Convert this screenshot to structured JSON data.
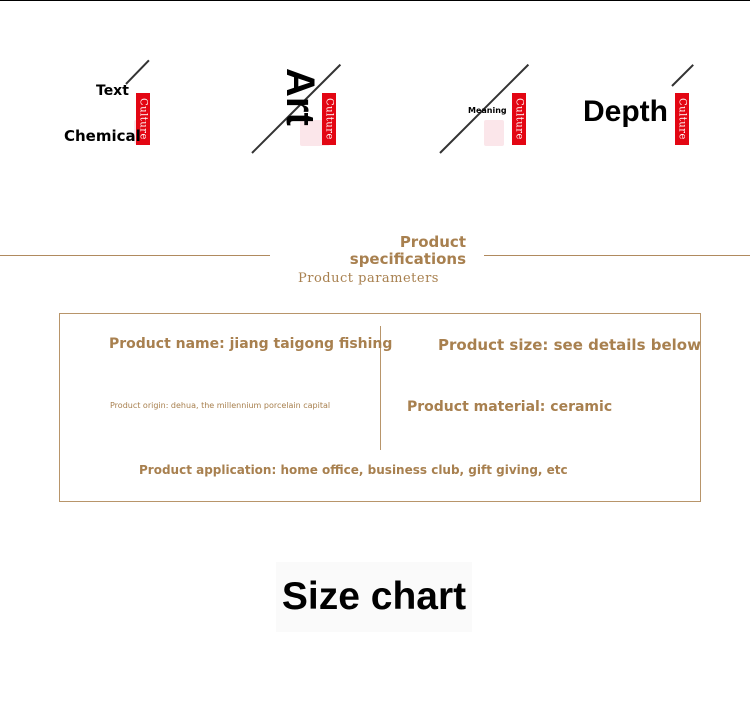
{
  "badges": [
    {
      "tag": "Culture",
      "words": [
        "Text",
        "Chemical"
      ]
    },
    {
      "tag": "Culture",
      "word": "Art"
    },
    {
      "tag": "Culture",
      "word": "Meaning"
    },
    {
      "tag": "Culture",
      "word": "Depth"
    }
  ],
  "specs": {
    "title": "Product specifications",
    "subtitle": "Product parameters",
    "name": "Product name: jiang taigong fishing",
    "size": "Product size: see details below",
    "origin": "Product origin: dehua, the millennium porcelain capital",
    "material": "Product material: ceramic",
    "application": "Product application: home office, business club, gift giving, etc"
  },
  "size_chart": {
    "title": "Size chart"
  },
  "colors": {
    "accent": "#a8804f",
    "tag_red": "#e30613",
    "rule": "#b08a5e"
  }
}
